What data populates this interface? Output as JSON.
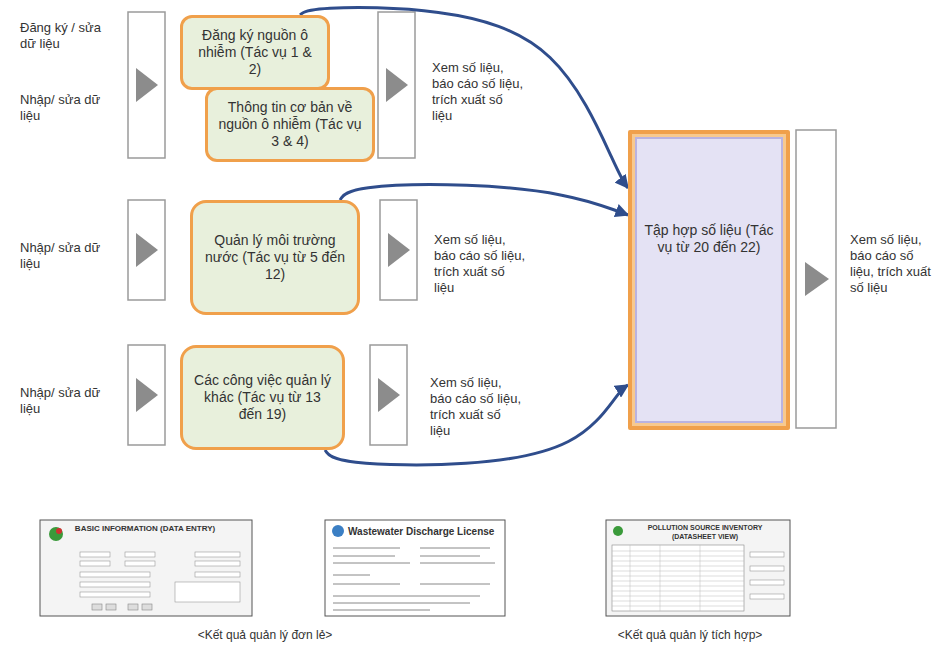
{
  "diagram": {
    "nodes": [
      {
        "text": [
          "Đăng ký nguồn ô nhiễm (Tác vụ 1 & 2)"
        ]
      },
      {
        "text": [
          "Thông tin cơ bản về nguồn ô nhiễm (Tác vụ 3 & 4)"
        ]
      },
      {
        "text": [
          "Quản lý môi trường nước (Tác vụ từ 5 đến 12)"
        ]
      },
      {
        "text": [
          "Các công việc quản lý khác (Tác vụ từ 13 đến 19)"
        ]
      },
      {
        "text": [
          "Tập hợp số liệu (Tác vụ từ 20 đến 22)"
        ]
      }
    ],
    "edges": [
      {
        "from": 0,
        "to": 4,
        "arrow": "to"
      },
      {
        "from": 2,
        "to": 4,
        "arrow": "to"
      },
      {
        "from": 3,
        "to": 4,
        "arrow": "to"
      }
    ],
    "labels": [
      "Đăng ký / sửa dữ liệu",
      "Nhập/ sửa dữ liệu",
      "Xem số liệu, báo cáo số liệu, trích xuất số liệu",
      "Nhập/ sửa dữ liệu",
      "Xem số liệu, báo cáo số liệu, trích xuất số liệu",
      "Nhập/ sửa dữ liệu",
      "Xem số liệu, báo cáo số liệu, trích xuất số liệu",
      "Xem số liệu, báo cáo số liệu, trích xuất số liệu",
      "BASIC INFORMATION (DATA ENTRY)",
      "Wastewater Discharge License",
      "POLLUTION SOURCE INVENTORY (DATASHEET VIEW)",
      "<Kết quả quản lý đơn lẻ>",
      "<Kết quả quản lý tích hợp>"
    ]
  }
}
